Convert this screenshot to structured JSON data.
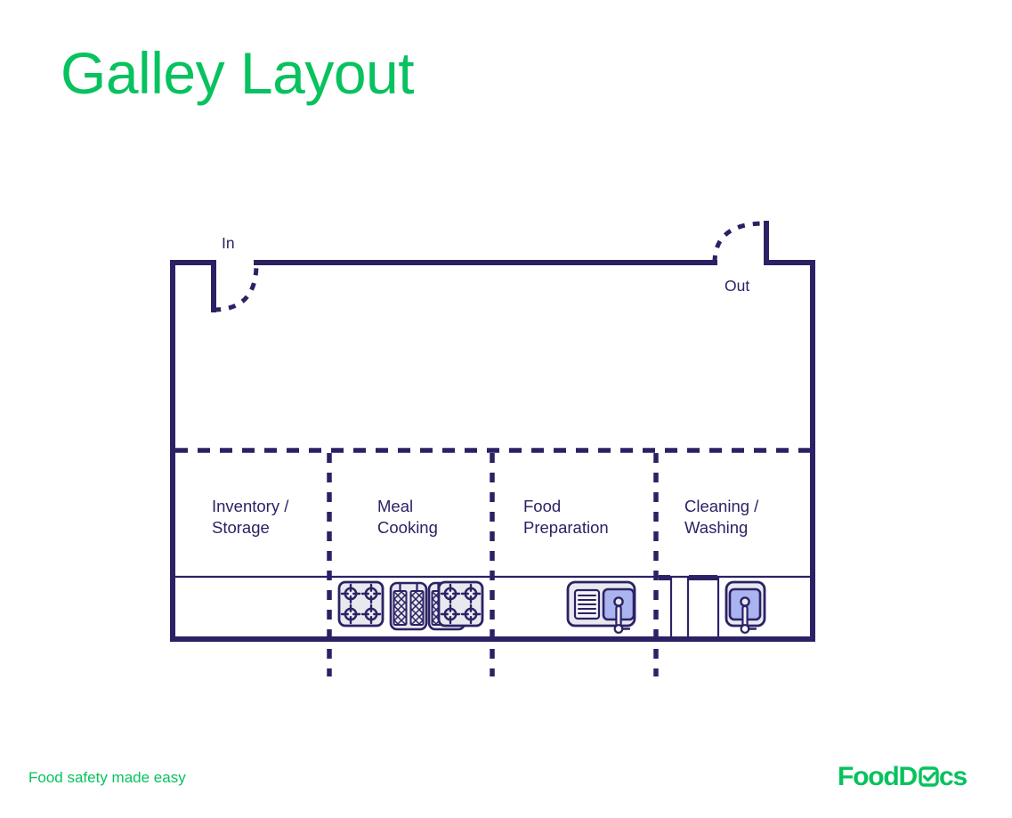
{
  "page": {
    "title": "Galley Layout",
    "title_color": "#07c25e",
    "background_color": "#ffffff"
  },
  "floorplan": {
    "line_color": "#2b2265",
    "equipment_fill": "#e8e8ef",
    "sink_basin_fill": "#aab4f0",
    "doors": [
      {
        "name": "in-door",
        "label": "In",
        "swing": "inward-right"
      },
      {
        "name": "out-door",
        "label": "Out",
        "swing": "outward-up"
      }
    ],
    "zones": [
      {
        "id": "inventory-storage",
        "line1": "Inventory /",
        "line2": "Storage"
      },
      {
        "id": "meal-cooking",
        "line1": "Meal",
        "line2": "Cooking"
      },
      {
        "id": "food-preparation",
        "line1": "Food",
        "line2": "Preparation"
      },
      {
        "id": "cleaning-washing",
        "line1": "Cleaning /",
        "line2": "Washing"
      }
    ],
    "equipment": [
      {
        "id": "stovetop-left",
        "type": "stovetop",
        "burners": 4,
        "zone": "meal-cooking"
      },
      {
        "id": "fryer-left",
        "type": "fryer",
        "baskets": 2,
        "zone": "meal-cooking"
      },
      {
        "id": "fryer-right",
        "type": "fryer",
        "baskets": 2,
        "zone": "meal-cooking"
      },
      {
        "id": "stovetop-right",
        "type": "stovetop",
        "burners": 4,
        "zone": "meal-cooking"
      },
      {
        "id": "prep-sink",
        "type": "sink-with-drainboard",
        "basins": 1,
        "zone": "food-preparation"
      },
      {
        "id": "wash-sink",
        "type": "sink",
        "basins": 1,
        "zone": "cleaning-washing"
      }
    ]
  },
  "footer": {
    "tagline": "Food safety made easy",
    "tagline_color": "#07c25e",
    "brand": "FoodDocs",
    "brand_color": "#07c25e"
  }
}
